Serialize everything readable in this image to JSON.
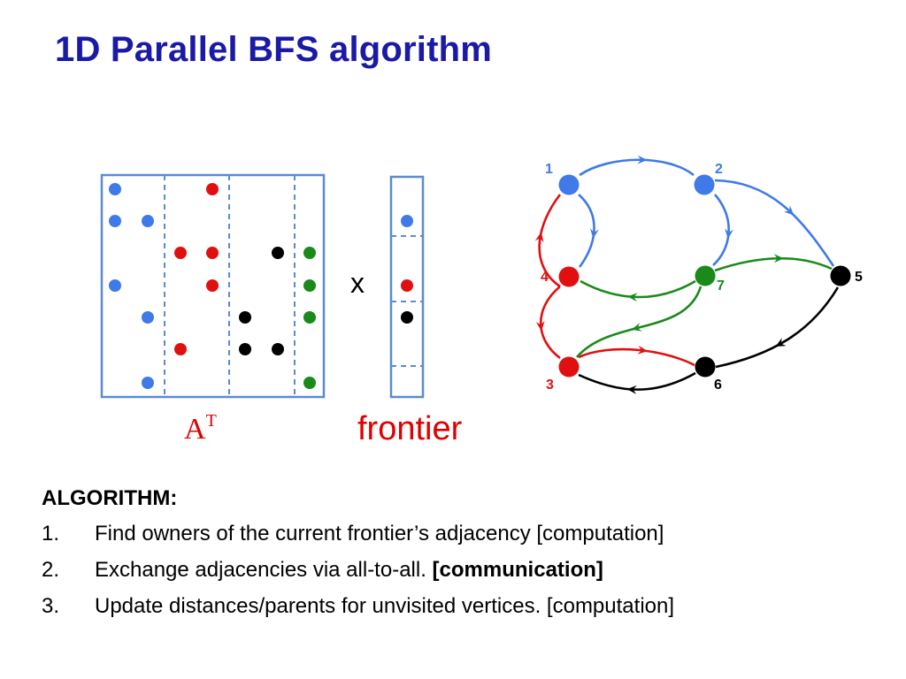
{
  "title": "1D Parallel BFS algorithm",
  "colors": {
    "blue": "#3f7ae8",
    "red": "#e01010",
    "green": "#1a8a1a",
    "black": "#000000",
    "frame": "#5b8bd0",
    "title": "#1a1aa6"
  },
  "matrix": {
    "label": "A",
    "label_sup": "T",
    "rows": 7,
    "cols": 7,
    "entries": [
      {
        "row": 1,
        "col": 1,
        "color": "blue"
      },
      {
        "row": 1,
        "col": 4,
        "color": "red"
      },
      {
        "row": 2,
        "col": 1,
        "color": "blue"
      },
      {
        "row": 2,
        "col": 2,
        "color": "blue"
      },
      {
        "row": 3,
        "col": 3,
        "color": "red"
      },
      {
        "row": 3,
        "col": 4,
        "color": "red"
      },
      {
        "row": 3,
        "col": 6,
        "color": "black"
      },
      {
        "row": 3,
        "col": 7,
        "color": "green"
      },
      {
        "row": 4,
        "col": 1,
        "color": "blue"
      },
      {
        "row": 4,
        "col": 4,
        "color": "red"
      },
      {
        "row": 4,
        "col": 7,
        "color": "green"
      },
      {
        "row": 5,
        "col": 2,
        "color": "blue"
      },
      {
        "row": 5,
        "col": 5,
        "color": "black"
      },
      {
        "row": 5,
        "col": 7,
        "color": "green"
      },
      {
        "row": 6,
        "col": 3,
        "color": "red"
      },
      {
        "row": 6,
        "col": 5,
        "color": "black"
      },
      {
        "row": 6,
        "col": 6,
        "color": "black"
      },
      {
        "row": 7,
        "col": 2,
        "color": "blue"
      },
      {
        "row": 7,
        "col": 7,
        "color": "green"
      }
    ]
  },
  "multiply_symbol": "x",
  "frontier": {
    "label": "frontier",
    "entries": [
      {
        "row": 2,
        "color": "blue"
      },
      {
        "row": 4,
        "color": "red"
      },
      {
        "row": 5,
        "color": "black"
      }
    ]
  },
  "graph": {
    "vertices": [
      {
        "id": "1",
        "label": "1",
        "color": "blue"
      },
      {
        "id": "2",
        "label": "2",
        "color": "blue"
      },
      {
        "id": "3",
        "label": "3",
        "color": "red"
      },
      {
        "id": "4",
        "label": "4",
        "color": "red"
      },
      {
        "id": "5",
        "label": "5",
        "color": "black"
      },
      {
        "id": "6",
        "label": "6",
        "color": "black"
      },
      {
        "id": "7",
        "label": "7",
        "color": "green"
      }
    ],
    "edges": [
      {
        "from": "1",
        "to": "2",
        "color": "blue"
      },
      {
        "from": "1",
        "to": "4",
        "color": "blue"
      },
      {
        "from": "2",
        "to": "7",
        "color": "blue"
      },
      {
        "from": "2",
        "to": "5",
        "color": "blue"
      },
      {
        "from": "4",
        "to": "1",
        "color": "red"
      },
      {
        "from": "4",
        "to": "3",
        "color": "red"
      },
      {
        "from": "3",
        "to": "6",
        "color": "red"
      },
      {
        "from": "7",
        "to": "4",
        "color": "green"
      },
      {
        "from": "7",
        "to": "5",
        "color": "green"
      },
      {
        "from": "7",
        "to": "3",
        "color": "green"
      },
      {
        "from": "5",
        "to": "6",
        "color": "black"
      },
      {
        "from": "6",
        "to": "3",
        "color": "black"
      }
    ]
  },
  "algorithm": {
    "heading": "ALGORITHM:",
    "steps": [
      {
        "num": "1.",
        "text": "Find owners of the current frontier’s adjacency [computation]",
        "bold": ""
      },
      {
        "num": "2.",
        "text": "Exchange adjacencies via all-to-all. ",
        "bold": "[communication]"
      },
      {
        "num": "3.",
        "text": "Update distances/parents for unvisited vertices. [computation]",
        "bold": ""
      }
    ]
  }
}
